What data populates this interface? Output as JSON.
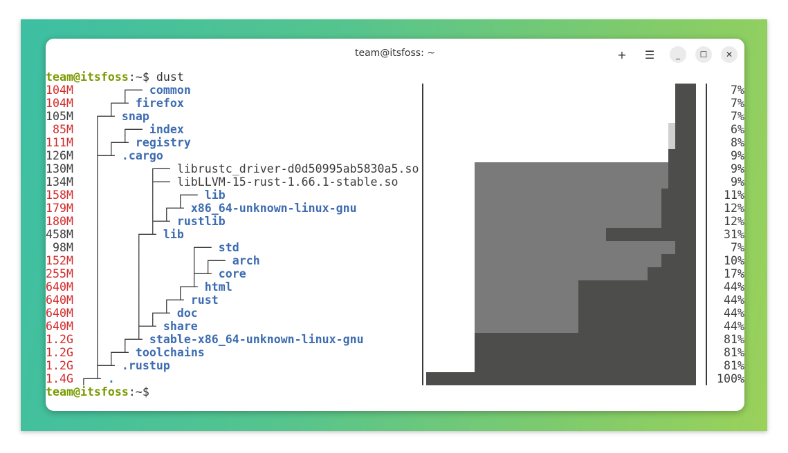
{
  "window": {
    "title": "team@itsfoss: ~",
    "new_tab_icon": "plus-icon",
    "menu_icon": "hamburger-icon",
    "minimize_icon": "minimize-icon",
    "maximize_icon": "maximize-icon",
    "close_icon": "close-icon"
  },
  "prompt": {
    "user": "team@itsfoss",
    "path": ":~$",
    "command": " dust"
  },
  "rows": [
    {
      "size": "104M",
      "name": "common",
      "depth": 3,
      "dir": true,
      "red": true,
      "pct": "7%"
    },
    {
      "size": "104M",
      "name": "firefox",
      "depth": 2,
      "dir": true,
      "red": true,
      "pct": "7%"
    },
    {
      "size": "105M",
      "name": "snap",
      "depth": 1,
      "dir": true,
      "red": false,
      "pct": "7%"
    },
    {
      "size": " 85M",
      "name": "index",
      "depth": 3,
      "dir": true,
      "red": true,
      "pct": "6%"
    },
    {
      "size": "111M",
      "name": "registry",
      "depth": 2,
      "dir": true,
      "red": true,
      "pct": "8%"
    },
    {
      "size": "126M",
      "name": ".cargo",
      "depth": 1,
      "dir": true,
      "red": false,
      "pct": "9%"
    },
    {
      "size": "130M",
      "name": "librustc_driver-d0d50995ab5830a5.so",
      "depth": 5,
      "dir": false,
      "red": false,
      "pct": "9%"
    },
    {
      "size": "134M",
      "name": "libLLVM-15-rust-1.66.1-stable.so",
      "depth": 5,
      "dir": false,
      "red": false,
      "pct": "9%"
    },
    {
      "size": "158M",
      "name": "lib",
      "depth": 7,
      "dir": true,
      "red": true,
      "pct": "11%"
    },
    {
      "size": "179M",
      "name": "x86_64-unknown-linux-gnu",
      "depth": 6,
      "dir": true,
      "red": true,
      "pct": "12%"
    },
    {
      "size": "180M",
      "name": "rustlib",
      "depth": 5,
      "dir": true,
      "red": true,
      "pct": "12%"
    },
    {
      "size": "458M",
      "name": "lib",
      "depth": 4,
      "dir": true,
      "red": false,
      "pct": "31%"
    },
    {
      "size": " 98M",
      "name": "std",
      "depth": 8,
      "dir": true,
      "red": false,
      "pct": "7%"
    },
    {
      "size": "152M",
      "name": "arch",
      "depth": 9,
      "dir": true,
      "red": true,
      "pct": "10%"
    },
    {
      "size": "255M",
      "name": "core",
      "depth": 8,
      "dir": true,
      "red": true,
      "pct": "17%"
    },
    {
      "size": "640M",
      "name": "html",
      "depth": 7,
      "dir": true,
      "red": true,
      "pct": "44%"
    },
    {
      "size": "640M",
      "name": "rust",
      "depth": 6,
      "dir": true,
      "red": true,
      "pct": "44%"
    },
    {
      "size": "640M",
      "name": "doc",
      "depth": 5,
      "dir": true,
      "red": true,
      "pct": "44%"
    },
    {
      "size": "640M",
      "name": "share",
      "depth": 4,
      "dir": true,
      "red": true,
      "pct": "44%"
    },
    {
      "size": "1.2G",
      "name": "stable-x86_64-unknown-linux-gnu",
      "depth": 3,
      "dir": true,
      "red": true,
      "pct": "81%"
    },
    {
      "size": "1.2G",
      "name": "toolchains",
      "depth": 2,
      "dir": true,
      "red": true,
      "pct": "81%"
    },
    {
      "size": "1.2G",
      "name": ".rustup",
      "depth": 1,
      "dir": true,
      "red": true,
      "pct": "81%"
    },
    {
      "size": "1.4G",
      "name": ".",
      "depth": 0,
      "dir": true,
      "red": true,
      "pct": "100%"
    }
  ],
  "prompt2": {
    "user": "team@itsfoss",
    "path": ":~$"
  },
  "colors": {
    "bar_dark": "#4d4d4b",
    "bar_mid": "#7a7a7a",
    "bar_light": "#d0d0d0",
    "dir_blue": "#3d6cb0",
    "size_red": "#d22a2a",
    "prompt_green": "#7a9a01"
  }
}
